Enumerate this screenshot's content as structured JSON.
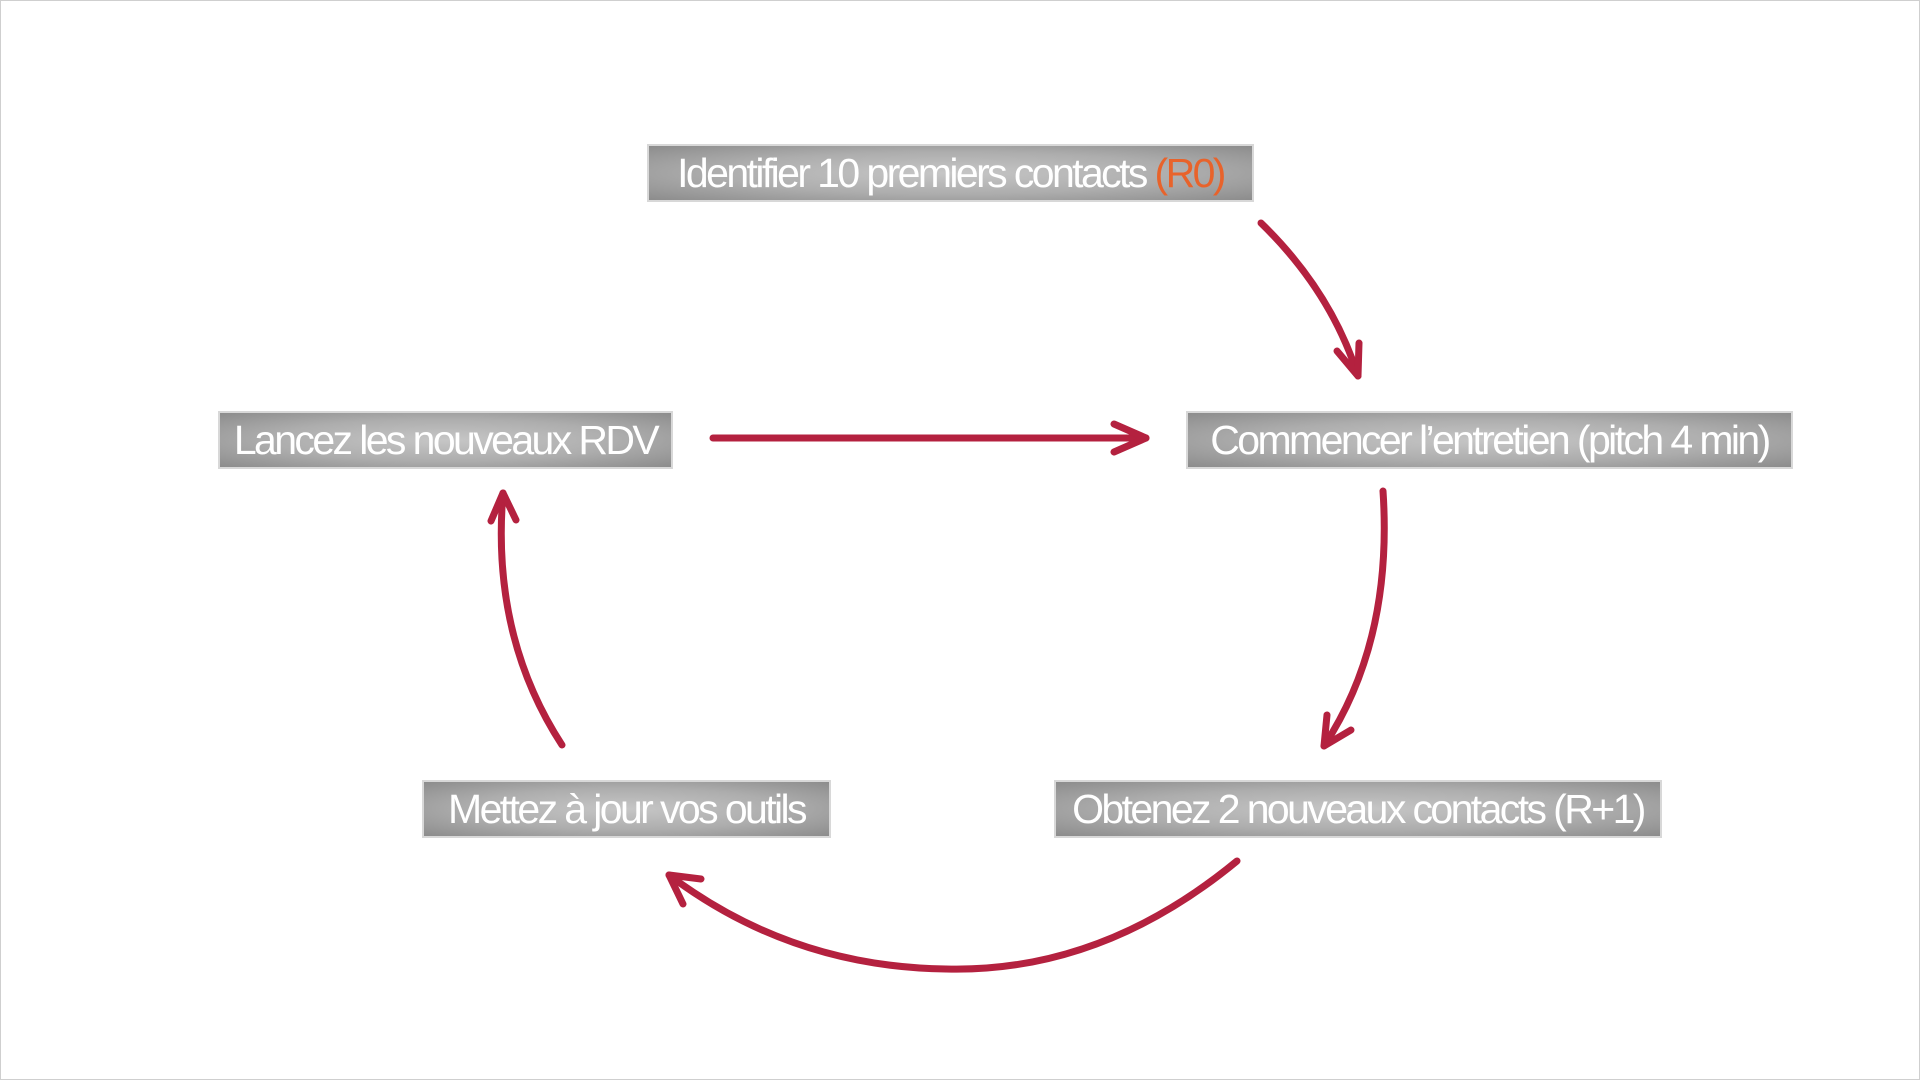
{
  "diagram": {
    "nodes": [
      {
        "id": "identify",
        "text": "Identifier 10 premiers contacts ",
        "accent_text": "(R0)"
      },
      {
        "id": "start",
        "text": "Commencer l’entretien (pitch 4 min)"
      },
      {
        "id": "obtain",
        "text": "Obtenez 2 nouveaux contacts (R+1)"
      },
      {
        "id": "update",
        "text": "Mettez à jour  vos outils"
      },
      {
        "id": "launch",
        "text": "Lancez les nouveaux RDV"
      }
    ],
    "edges": [
      {
        "from": "identify",
        "to": "start"
      },
      {
        "from": "start",
        "to": "obtain"
      },
      {
        "from": "obtain",
        "to": "update"
      },
      {
        "from": "update",
        "to": "launch"
      },
      {
        "from": "launch",
        "to": "start"
      }
    ],
    "colors": {
      "arrow": "#b4213f",
      "accent": "#e8632b",
      "node_fill": "#adadad",
      "node_border": "#d8d8d8",
      "node_text": "#ffffff"
    }
  }
}
